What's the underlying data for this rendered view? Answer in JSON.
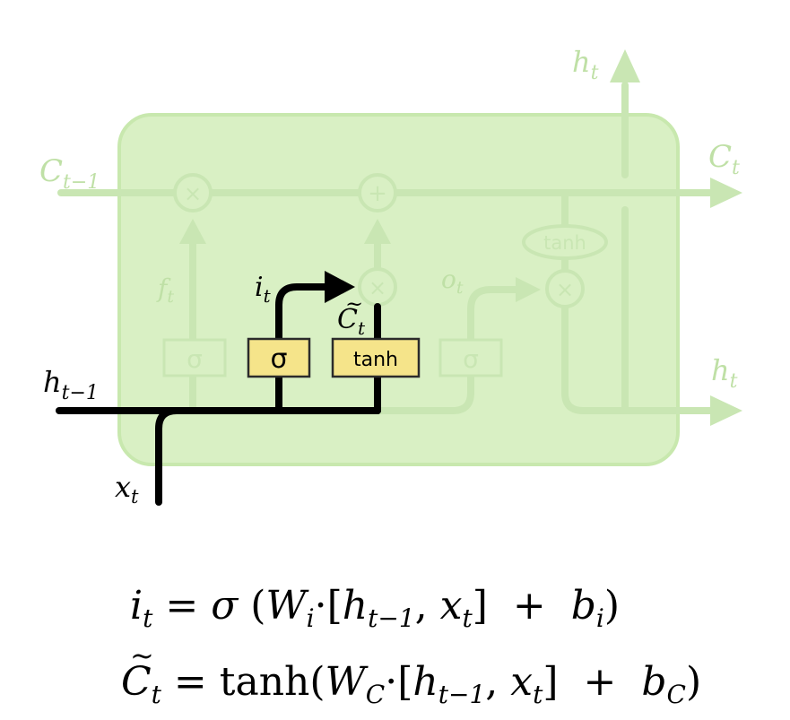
{
  "diagram": {
    "labels": {
      "c_prev": "C",
      "c_prev_sub": "t−1",
      "c_t": "C",
      "c_t_sub": "t",
      "h_top": "h",
      "h_top_sub": "t",
      "h_right": "h",
      "h_right_sub": "t",
      "h_prev": "h",
      "h_prev_sub": "t−1",
      "x_t": "x",
      "x_t_sub": "t",
      "f_t": "f",
      "f_t_sub": "t",
      "i_t": "i",
      "i_t_sub": "t",
      "o_t": "o",
      "o_t_sub": "t",
      "c_tilde": "C",
      "c_tilde_accent": "~",
      "c_tilde_sub": "t"
    },
    "gates": {
      "forget": "σ",
      "input": "σ",
      "candidate": "tanh",
      "output": "σ",
      "cell_tanh": "tanh"
    },
    "operators": {
      "forget_mult": "×",
      "add": "+",
      "input_mult": "×",
      "output_mult": "×"
    },
    "colors": {
      "cell_bg": "#d9f0c4",
      "cell_border": "#c8e8ae",
      "faded": "#c9e6b3",
      "faded_text": "#bfe0a6",
      "highlight_box": "#f5e48a",
      "highlight_stroke": "#2b2b2b",
      "ink": "#000000"
    }
  },
  "equations": {
    "eq1": {
      "lhs": "i",
      "lhs_sub": "t",
      "eq": " = ",
      "sigma": "σ",
      "open": " (",
      "W": "W",
      "W_sub": "i",
      "dot": "·",
      "bracket_open": "[",
      "h": "h",
      "h_sub": "t−1",
      "comma": ", ",
      "x": "x",
      "x_sub": "t",
      "bracket_close": "]",
      "plus": "  +  ",
      "b": "b",
      "b_sub": "i",
      "close": ")"
    },
    "eq2": {
      "lhs": "C",
      "lhs_accent": "~",
      "lhs_sub": "t",
      "eq": " = ",
      "fn": "tanh",
      "open": "(",
      "W": "W",
      "W_sub": "C",
      "dot": "·",
      "bracket_open": "[",
      "h": "h",
      "h_sub": "t−1",
      "comma": ", ",
      "x": "x",
      "x_sub": "t",
      "bracket_close": "]",
      "plus": "  +  ",
      "b": "b",
      "b_sub": "C",
      "close": ")"
    }
  }
}
